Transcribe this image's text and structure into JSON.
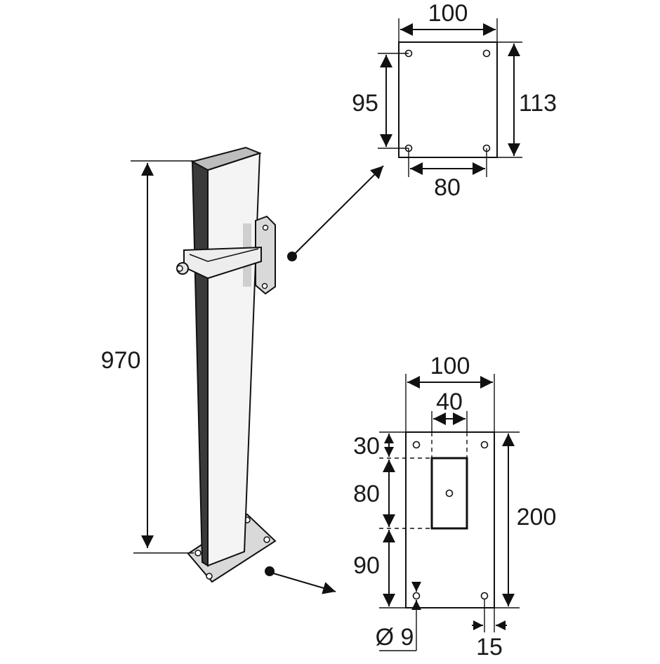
{
  "post": {
    "height_label": "970"
  },
  "top_plate": {
    "width_label": "100",
    "hole_spacing_vertical_label": "95",
    "height_label": "113",
    "hole_spacing_horizontal_label": "80"
  },
  "base_plate": {
    "width_label": "100",
    "slot_width_label": "40",
    "top_offset_label": "30",
    "slot_height_label": "80",
    "bottom_offset_label": "90",
    "height_label": "200",
    "hole_diameter_label": "Ø 9",
    "edge_offset_label": "15"
  },
  "colors": {
    "line": "#111111",
    "post_face": "#f4f4f4",
    "post_side": "#3a3a3a",
    "plate_fill": "#d9d9d9",
    "background": "#ffffff"
  }
}
